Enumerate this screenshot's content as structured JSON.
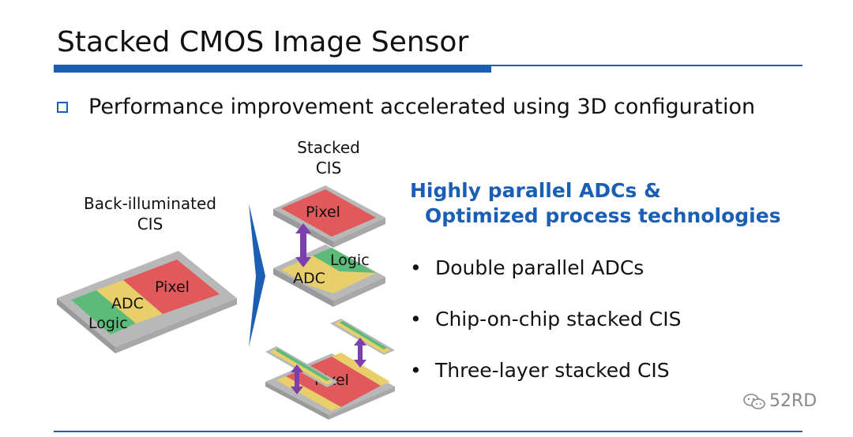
{
  "title": "Stacked CMOS Image Sensor",
  "subtitle": "Performance improvement accelerated using 3D configuration",
  "diagram": {
    "back_illuminated_label": "Back-illuminated\nCIS",
    "back_illuminated_label_line1": "Back-illuminated",
    "back_illuminated_label_line2": "CIS",
    "stacked_label_line1": "Stacked",
    "stacked_label_line2": "CIS",
    "block_pixel": "Pixel",
    "block_adc": "ADC",
    "block_logic": "Logic"
  },
  "highlights": {
    "line1": "Highly parallel ADCs &",
    "line2": "Optimized process technologies"
  },
  "bullets": [
    "Double parallel ADCs",
    "Chip-on-chip stacked CIS",
    "Three-layer stacked CIS"
  ],
  "bullet_symbol": "•",
  "watermark": "52RD",
  "colors": {
    "accent": "#1a5fb4",
    "pixel": "#e2595b",
    "adc": "#e9cf6a",
    "logic": "#5cbb78",
    "substrate": "#c8c8c8",
    "arrow": "#7c3fb0"
  }
}
